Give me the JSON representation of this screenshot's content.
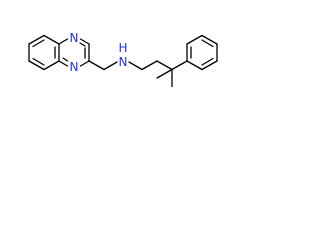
{
  "molecule": {
    "atom_labels": {
      "n_top": "N",
      "n_bottom": "N",
      "n_amine": "N",
      "h_amine": "H"
    },
    "colors": {
      "bond": "#000000",
      "nitrogen": "#1f2ff5",
      "background": "#ffffff"
    }
  }
}
